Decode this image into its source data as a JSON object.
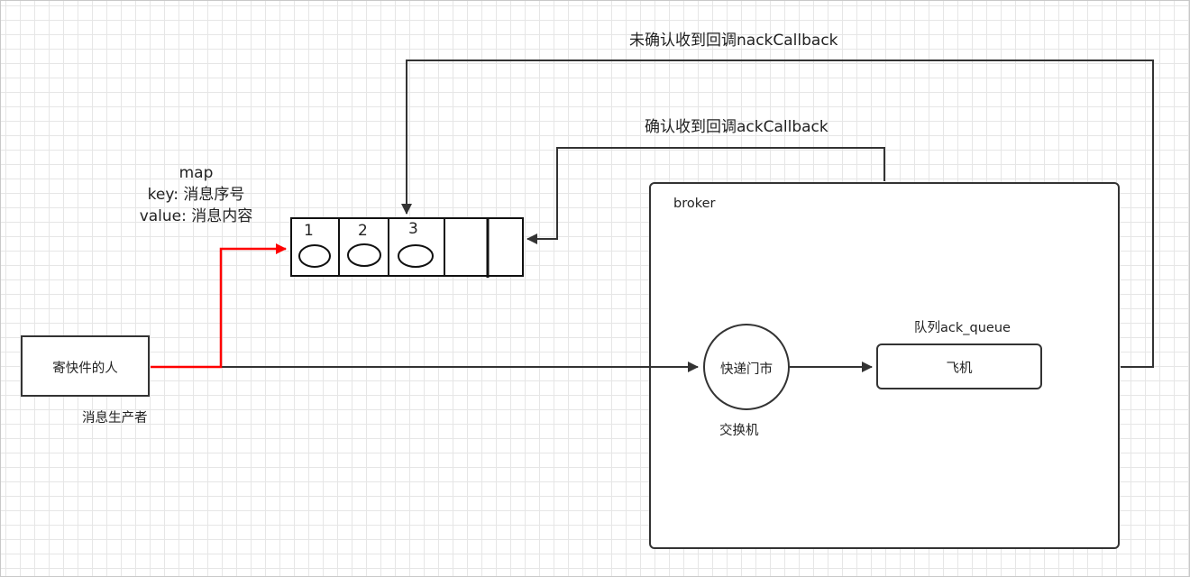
{
  "labels": {
    "nack_callback": "未确认收到回调nackCallback",
    "ack_callback": "确认收到回调ackCallback",
    "map_title": "map",
    "map_key": "key: 消息序号",
    "map_value": "value: 消息内容",
    "broker": "broker",
    "queue": "队列ack_queue",
    "producer_box": "寄快件的人",
    "producer_caption": "消息生产者",
    "exchange_node": "快递门市",
    "exchange_caption": "交换机",
    "queue_box": "飞机"
  },
  "map_slots": [
    "1",
    "2",
    "3",
    "",
    ""
  ],
  "colors": {
    "line": "#333333",
    "highlight": "#ff0000"
  }
}
